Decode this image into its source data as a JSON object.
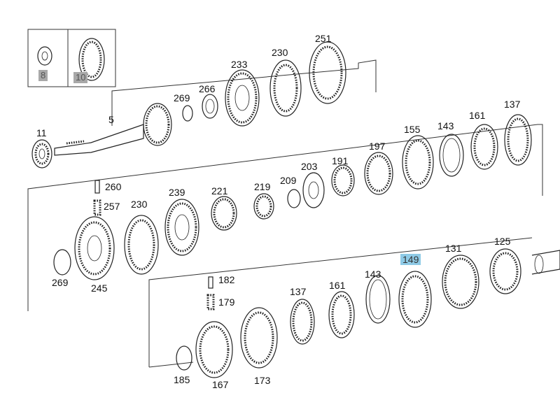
{
  "diagram": {
    "callouts": {
      "p8": "8",
      "p10": "10",
      "p11": "11",
      "p5": "5",
      "p269a": "269",
      "p266": "266",
      "p233": "233",
      "p230a": "230",
      "p251": "251",
      "p155": "155",
      "p143a": "143",
      "p161a": "161",
      "p137a": "137",
      "p197": "197",
      "p191": "191",
      "p203": "203",
      "p209": "209",
      "p219": "219",
      "p221": "221",
      "p239": "239",
      "p230b": "230",
      "p260": "260",
      "p257": "257",
      "p269b": "269",
      "p245": "245",
      "p149": "149",
      "p131": "131",
      "p125": "125",
      "p143b": "143",
      "p161b": "161",
      "p137b": "137",
      "p182": "182",
      "p179": "179",
      "p185": "185",
      "p167": "167",
      "p173": "173"
    },
    "highlight_colors": {
      "inset_label": "#a8a8a8",
      "selected_part": "#8ecae6"
    }
  }
}
